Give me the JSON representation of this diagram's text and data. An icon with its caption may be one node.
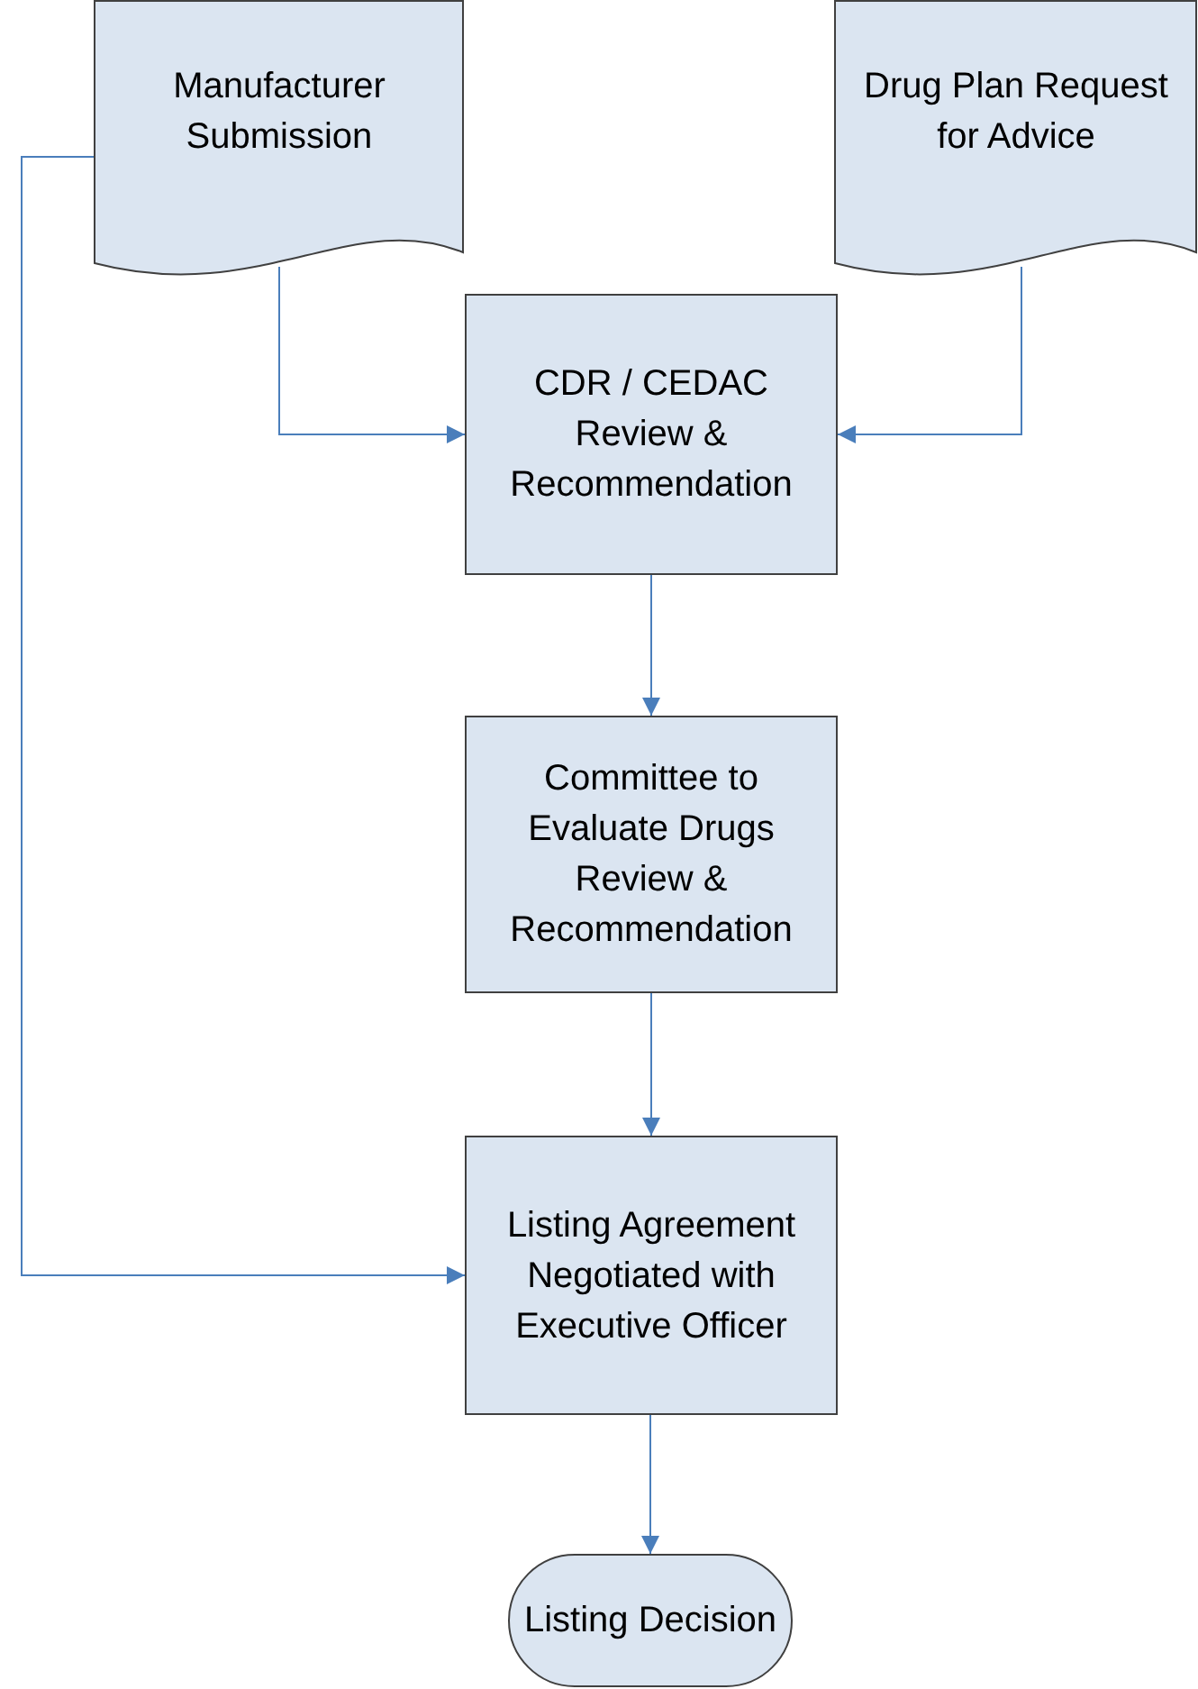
{
  "diagram": {
    "nodes": [
      {
        "text": [
          "Manufacturer Submission"
        ]
      },
      {
        "text": [
          "Drug Plan Request for Advice"
        ]
      },
      {
        "text": [
          "CDR / CEDAC Review & Recommendation"
        ]
      },
      {
        "text": [
          "Committee to Evaluate Drugs Review & Recommendation"
        ]
      },
      {
        "text": [
          "Listing Agreement Negotiated with Executive Officer"
        ]
      },
      {
        "text": [
          "Listing Decision"
        ]
      }
    ],
    "edges": [
      {
        "from": 0,
        "to": 2,
        "arrow": "to"
      },
      {
        "from": 1,
        "to": 2,
        "arrow": "to"
      },
      {
        "from": 2,
        "to": 3,
        "arrow": "to"
      },
      {
        "from": 3,
        "to": 4,
        "arrow": "to"
      },
      {
        "from": 4,
        "to": 5,
        "arrow": "to"
      },
      {
        "from": 0,
        "to": 4,
        "arrow": "to"
      }
    ]
  }
}
